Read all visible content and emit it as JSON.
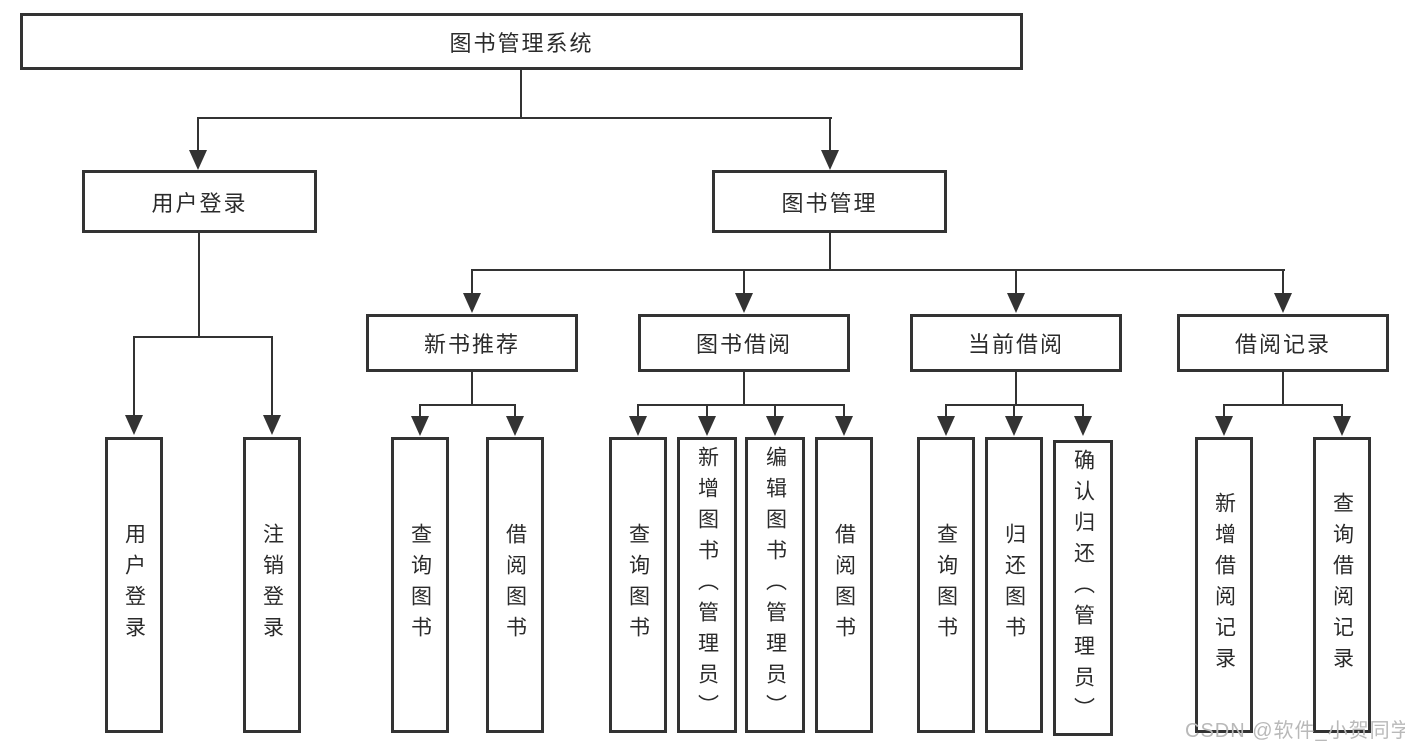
{
  "nodes": {
    "root": "图书管理系统",
    "user_login": "用户登录",
    "book_management": "图书管理",
    "new_book_recommend": "新书推荐",
    "book_borrowing": "图书借阅",
    "current_borrowing": "当前借阅",
    "borrowing_records": "借阅记录",
    "leaf_user_login": "用户登录",
    "leaf_logout": "注销登录",
    "leaf_query_books_1": "查询图书",
    "leaf_borrow_books_1": "借阅图书",
    "leaf_query_books_2": "查询图书",
    "leaf_add_book_admin": "新增图书（管理员）",
    "leaf_edit_book_admin": "编辑图书（管理员）",
    "leaf_borrow_books_2": "借阅图书",
    "leaf_query_books_3": "查询图书",
    "leaf_return_book": "归还图书",
    "leaf_confirm_return_admin": "确认归还（管理员）",
    "leaf_add_borrow_record": "新增借阅记录",
    "leaf_query_borrow_record": "查询借阅记录"
  },
  "watermark": "CSDN @软件_小贺同学",
  "colors": {
    "line": "#333333",
    "text": "#2b2b2b",
    "watermark": "#b9b9b9",
    "background": "#ffffff"
  }
}
